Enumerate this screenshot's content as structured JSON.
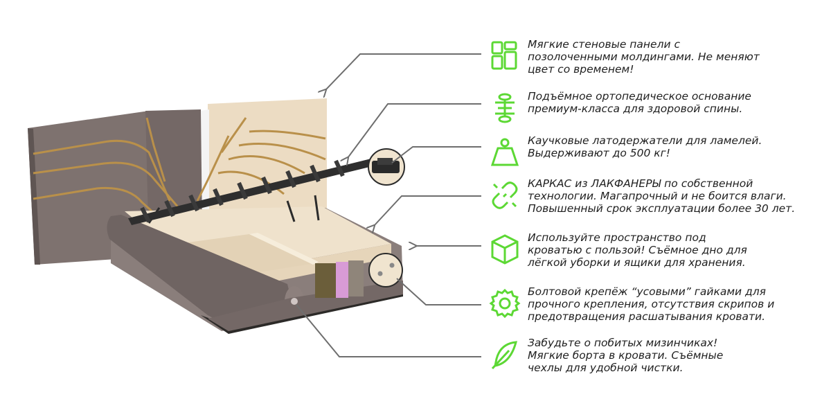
{
  "colors": {
    "accent": "#5cd834",
    "pointer": "#6e6e6e",
    "upholstery": "#7e726f",
    "upholstery_dark": "#5f5553",
    "plywood": "#ecdcc3",
    "gold": "#b9904a"
  },
  "features": [
    {
      "icon": "wall-panels-icon",
      "text": "Мягкие стеновые панели с\nпозолоченными молдингами. Не меняют\nцвет со временем!"
    },
    {
      "icon": "spine-icon",
      "text": "Подъёмное ортопедическое основание\nпремиум-класса для здоровой спины."
    },
    {
      "icon": "weight-icon",
      "text": "Каучковые латодержатели для ламелей.\nВыдерживают до 500 кг!"
    },
    {
      "icon": "broken-chain-icon",
      "text": "КАРКАС из ЛАКФАНЕРЫ по собственной\nтехнологии. Магапрочный и не боится влаги.\nПовышенный срок эксплуатации более 30 лет."
    },
    {
      "icon": "cube-icon",
      "text": "Используйте пространство под\nкроватью с пользой! Съёмное дно для\nлёгкой уборки и ящики для хранения."
    },
    {
      "icon": "gear-icon",
      "text": "Болтовой крепёж “усовыми” гайками для\nпрочного крепления, отсутствия скрипов и\nпредотвращения расшатывания кровати."
    },
    {
      "icon": "feather-icon",
      "text": "Забудьте о побитых мизинчиках!\nМягкие борта в кровати. Съёмные\nчехлы для удобной чистки."
    }
  ]
}
